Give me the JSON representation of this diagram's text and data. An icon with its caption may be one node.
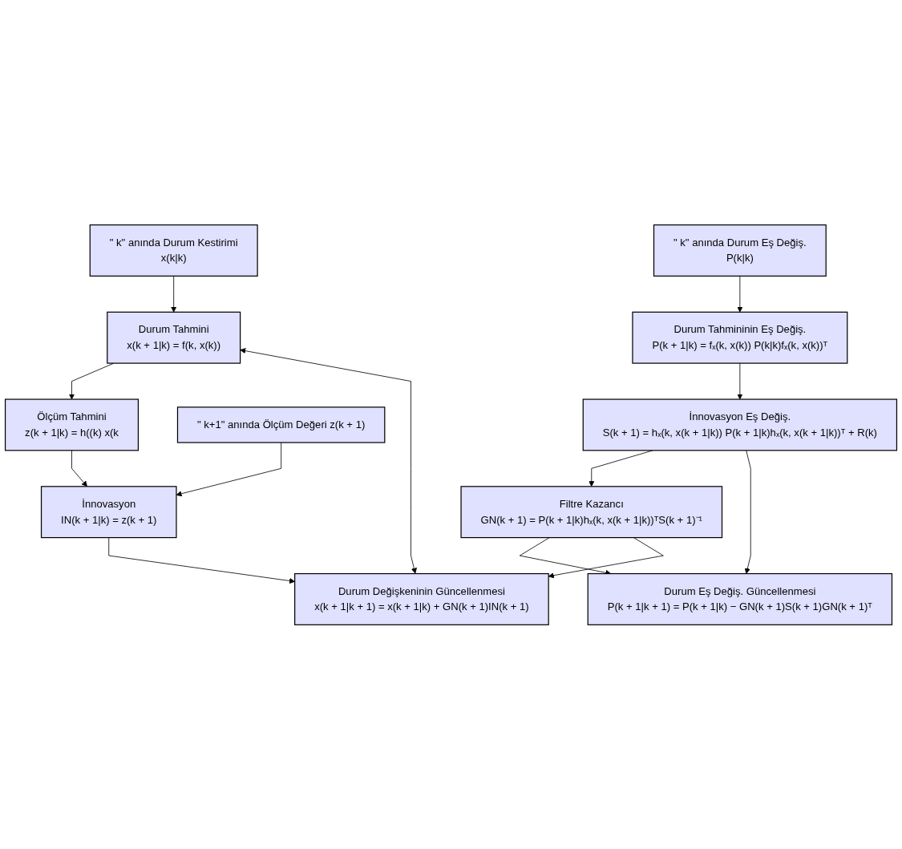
{
  "diagram": {
    "nodes": [
      {
        "text": [
          "\" k\" anında Durum Kestirimi",
          "x(k|k)"
        ]
      },
      {
        "text": [
          "\" k\" anında Durum Eş Değiş.",
          "P(k|k)"
        ]
      },
      {
        "text": [
          "Durum Tahmini",
          "x(k + 1|k) = f(k, x(k))"
        ]
      },
      {
        "text": [
          "Durum Tahmininin Eş Değiş.",
          "P(k + 1|k) = fₓ(k, x(k)) P(k|k)fₓ(k, x(k))ᵀ"
        ]
      },
      {
        "text": [
          "Ölçüm Tahmini",
          "z(k + 1|k) = h((k) x(k"
        ]
      },
      {
        "text": [
          "İnnovasyon  Eş Değiş.",
          "S(k + 1) = hₓ(k, x(k + 1|k)) P(k + 1|k)hₓ(k, x(k + 1|k))ᵀ + R(k)"
        ]
      },
      {
        "text": [
          "\" k+1\" anında Ölçüm Değeri z(k + 1)"
        ]
      },
      {
        "text": [
          "Filtre Kazancı",
          "GN(k + 1) = P(k + 1|k)hₓ(k, x(k + 1|k))ᵀS(k + 1)⁻¹"
        ]
      },
      {
        "text": [
          "İnnovasyon",
          "IN(k + 1|k) = z(k + 1)"
        ]
      },
      {
        "text": [
          "Durum Eş Değiş. Güncellenmesi",
          "P(k + 1|k + 1) = P(k + 1|k) − GN(k + 1)S(k + 1)GN(k + 1)ᵀ"
        ]
      },
      {
        "text": [
          "Durum Değişkeninin Güncellenmesi",
          "x(k + 1|k + 1) = x(k + 1|k) + GN(k + 1)IN(k + 1)"
        ]
      }
    ],
    "edges": [
      {
        "from": 0,
        "to": 2,
        "arrow": "to"
      },
      {
        "from": 2,
        "to": 4,
        "arrow": "to"
      },
      {
        "from": 4,
        "to": 8,
        "arrow": "to"
      },
      {
        "from": 6,
        "to": 8,
        "arrow": "to"
      },
      {
        "from": 8,
        "to": 10,
        "arrow": "to"
      },
      {
        "from": 10,
        "to": 2,
        "arrow": "both"
      },
      {
        "from": 1,
        "to": 3,
        "arrow": "to"
      },
      {
        "from": 3,
        "to": 5,
        "arrow": "to"
      },
      {
        "from": 5,
        "to": 7,
        "arrow": "to"
      },
      {
        "from": 5,
        "to": 9,
        "arrow": "to"
      },
      {
        "from": 7,
        "to": 9,
        "arrow": "to"
      },
      {
        "from": 7,
        "to": 10,
        "arrow": "to"
      }
    ]
  }
}
